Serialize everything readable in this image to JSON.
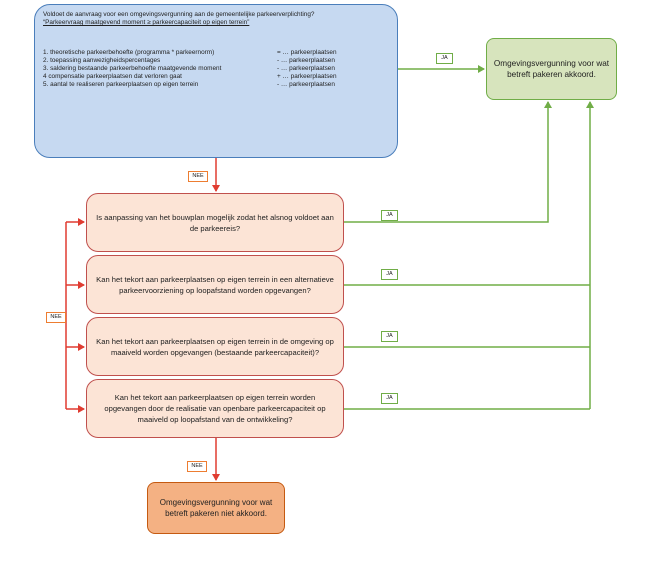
{
  "main": {
    "question": "Voldoet de aanvraag voor een omgevingsvergunning aan de gemeentelijke parkeerverplichting?",
    "subquestion": "“Parkeervraag maatgevend moment ≥ parkeercapaciteit op eigen terrein”",
    "steps": [
      {
        "label": "1. theoretische parkeerbehoefte (programma * parkeernorm)",
        "value": "= … parkeerplaatsen"
      },
      {
        "label": "2. toepassing aanwezigheidspercentages",
        "value": "- … parkeerplaatsen"
      },
      {
        "label": "3. saldering bestaande parkeerbehoefte maatgevende moment",
        "value": "- … parkeerplaatsen"
      },
      {
        "label": "4 compensatie parkeerplaatsen dat verloren gaat",
        "value": "+ … parkeerplaatsen"
      },
      {
        "label": "5. aantal te realiseren parkeerplaatsen op eigen terrein",
        "value": "- … parkeerplaatsen"
      }
    ]
  },
  "approve": "Omgevingsvergunning voor wat betreft pakeren akkoord.",
  "questions": [
    "Is aanpassing van het bouwplan mogelijk zodat het alsnog voldoet aan de parkeereis?",
    "Kan het tekort aan parkeerplaatsen op eigen terrein in een alternatieve parkeervoorziening op loopafstand worden opgevangen?",
    "Kan het tekort aan parkeerplaatsen op eigen terrein in de omgeving op maaiveld worden opgevangen (bestaande parkeercapaciteit)?",
    "Kan het tekort aan parkeerplaatsen op eigen terrein worden opgevangen door de realisatie van openbare parkeercapaciteit op maaiveld op loopafstand van de ontwikkeling?"
  ],
  "reject": "Omgevingsvergunning voor wat betreft pakeren niet akkoord.",
  "labels": {
    "ja": "JA",
    "nee": "NEE"
  },
  "colors": {
    "yes_line": "#70ad47",
    "no_line": "#e03c31",
    "main_fill": "#c6d9f1",
    "question_fill": "#fce4d6",
    "approve_fill": "#d7e4bd",
    "reject_fill": "#f4b183"
  }
}
